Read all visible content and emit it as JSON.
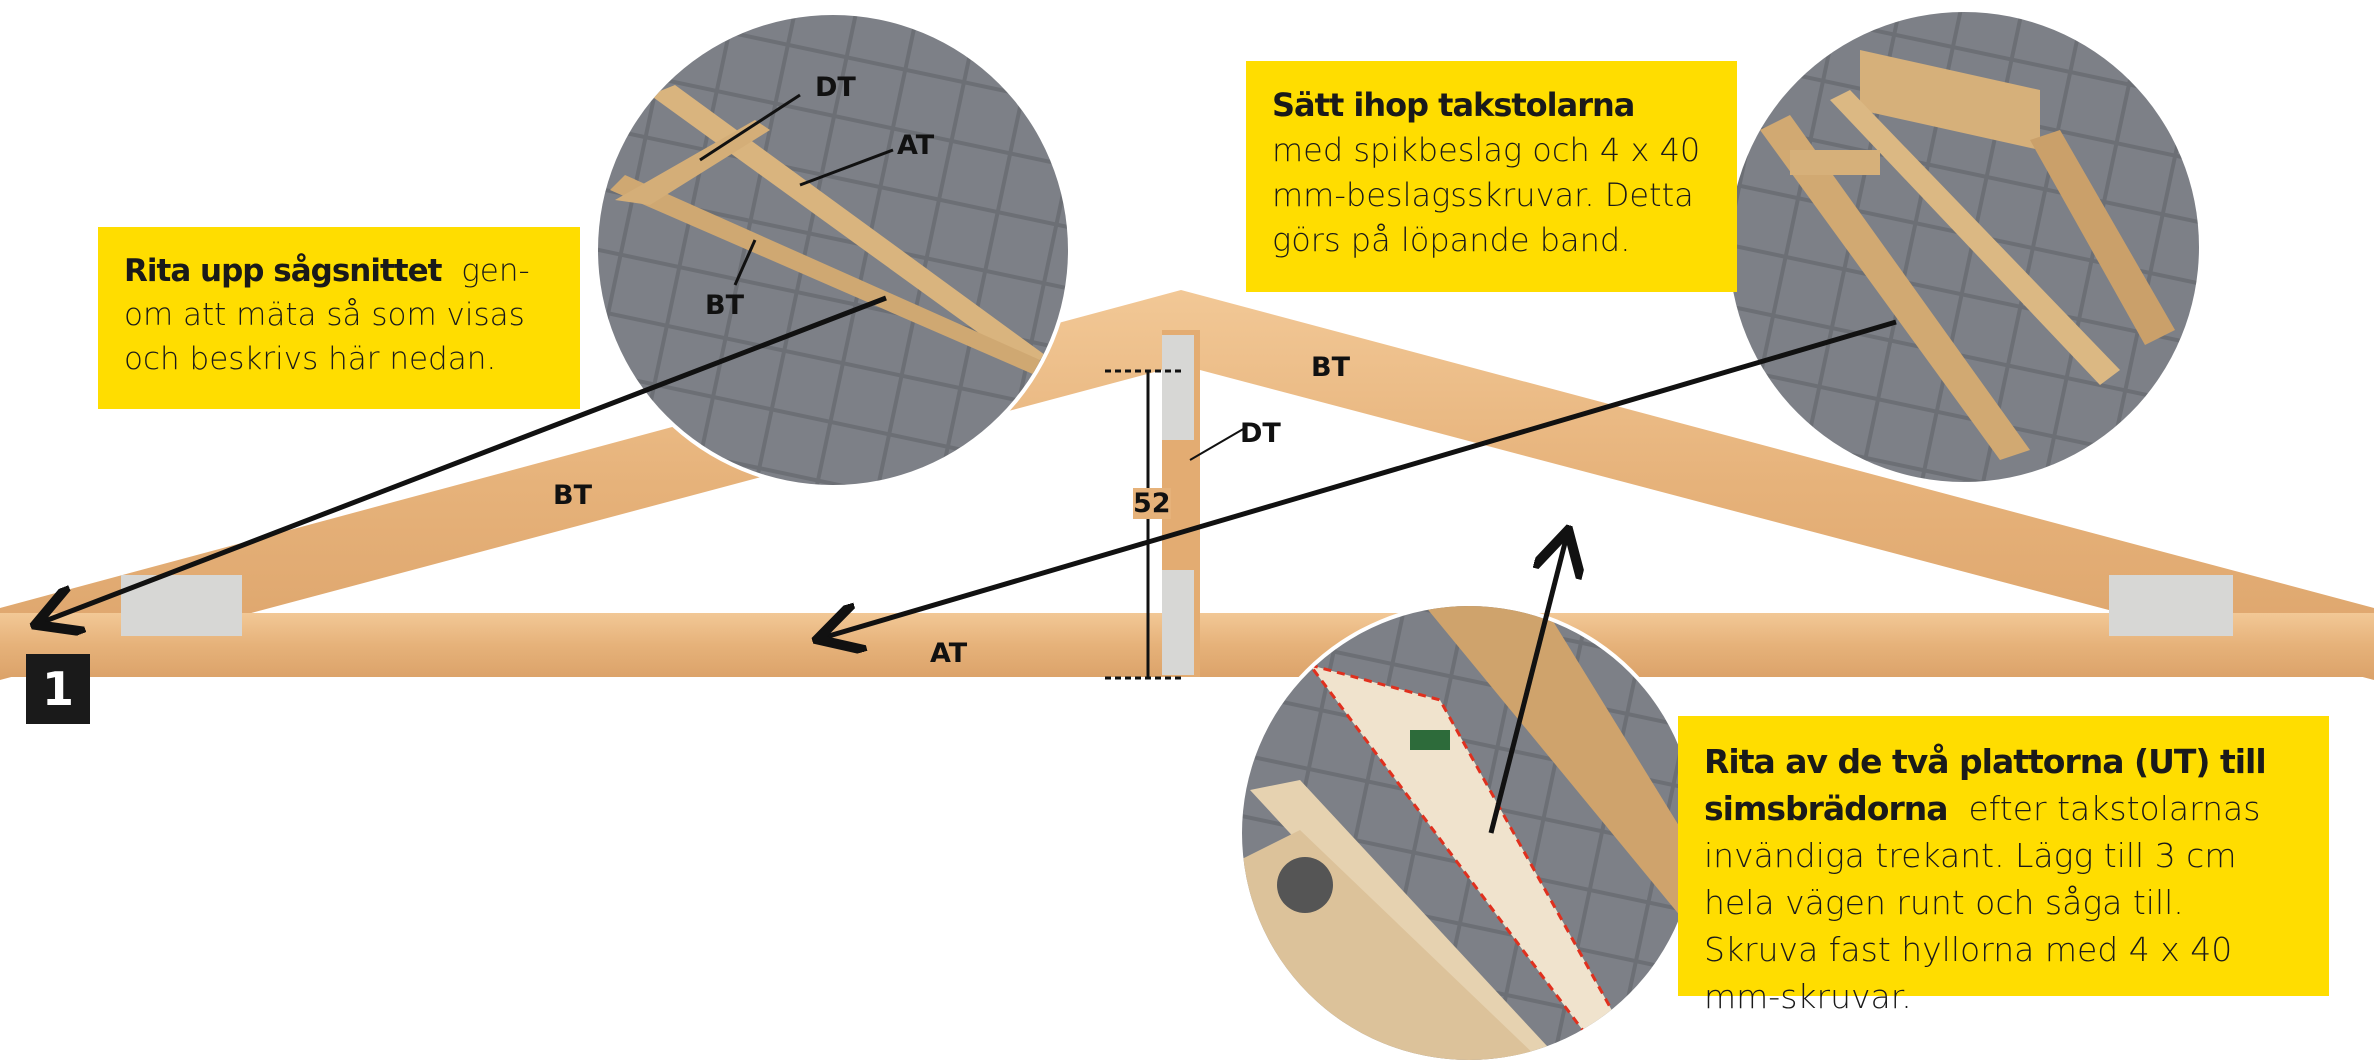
{
  "step_number": "1",
  "boxes": {
    "saw_cut": {
      "title": "Rita upp sågsnittet",
      "body": "gen­om att mäta så som visas och beskrivs här nedan."
    },
    "assemble": {
      "title": "Sätt ihop takstolarna",
      "body": "med spikbeslag och 4 x 40 mm-beslagsskruvar. Detta görs på löpande band."
    },
    "plates": {
      "title": "Rita av de två plattorna (UT) till simsbrädorna",
      "body": "efter takstolarnas invändiga trekant. Lägg till 3 cm hela vägen runt och såga till. Skruva fast hyllorna med 4 x 40 mm-skruvar."
    }
  },
  "truss_labels": {
    "top_left": "BT",
    "top_right": "BT",
    "post": "DT",
    "bottom": "AT",
    "dimension": "52"
  },
  "photo_labels": {
    "dt": "DT",
    "at": "AT",
    "bt": "BT"
  },
  "colors": {
    "yellow": "#ffdd00",
    "wood": "#e8b87c",
    "stone": "#6f7278"
  }
}
